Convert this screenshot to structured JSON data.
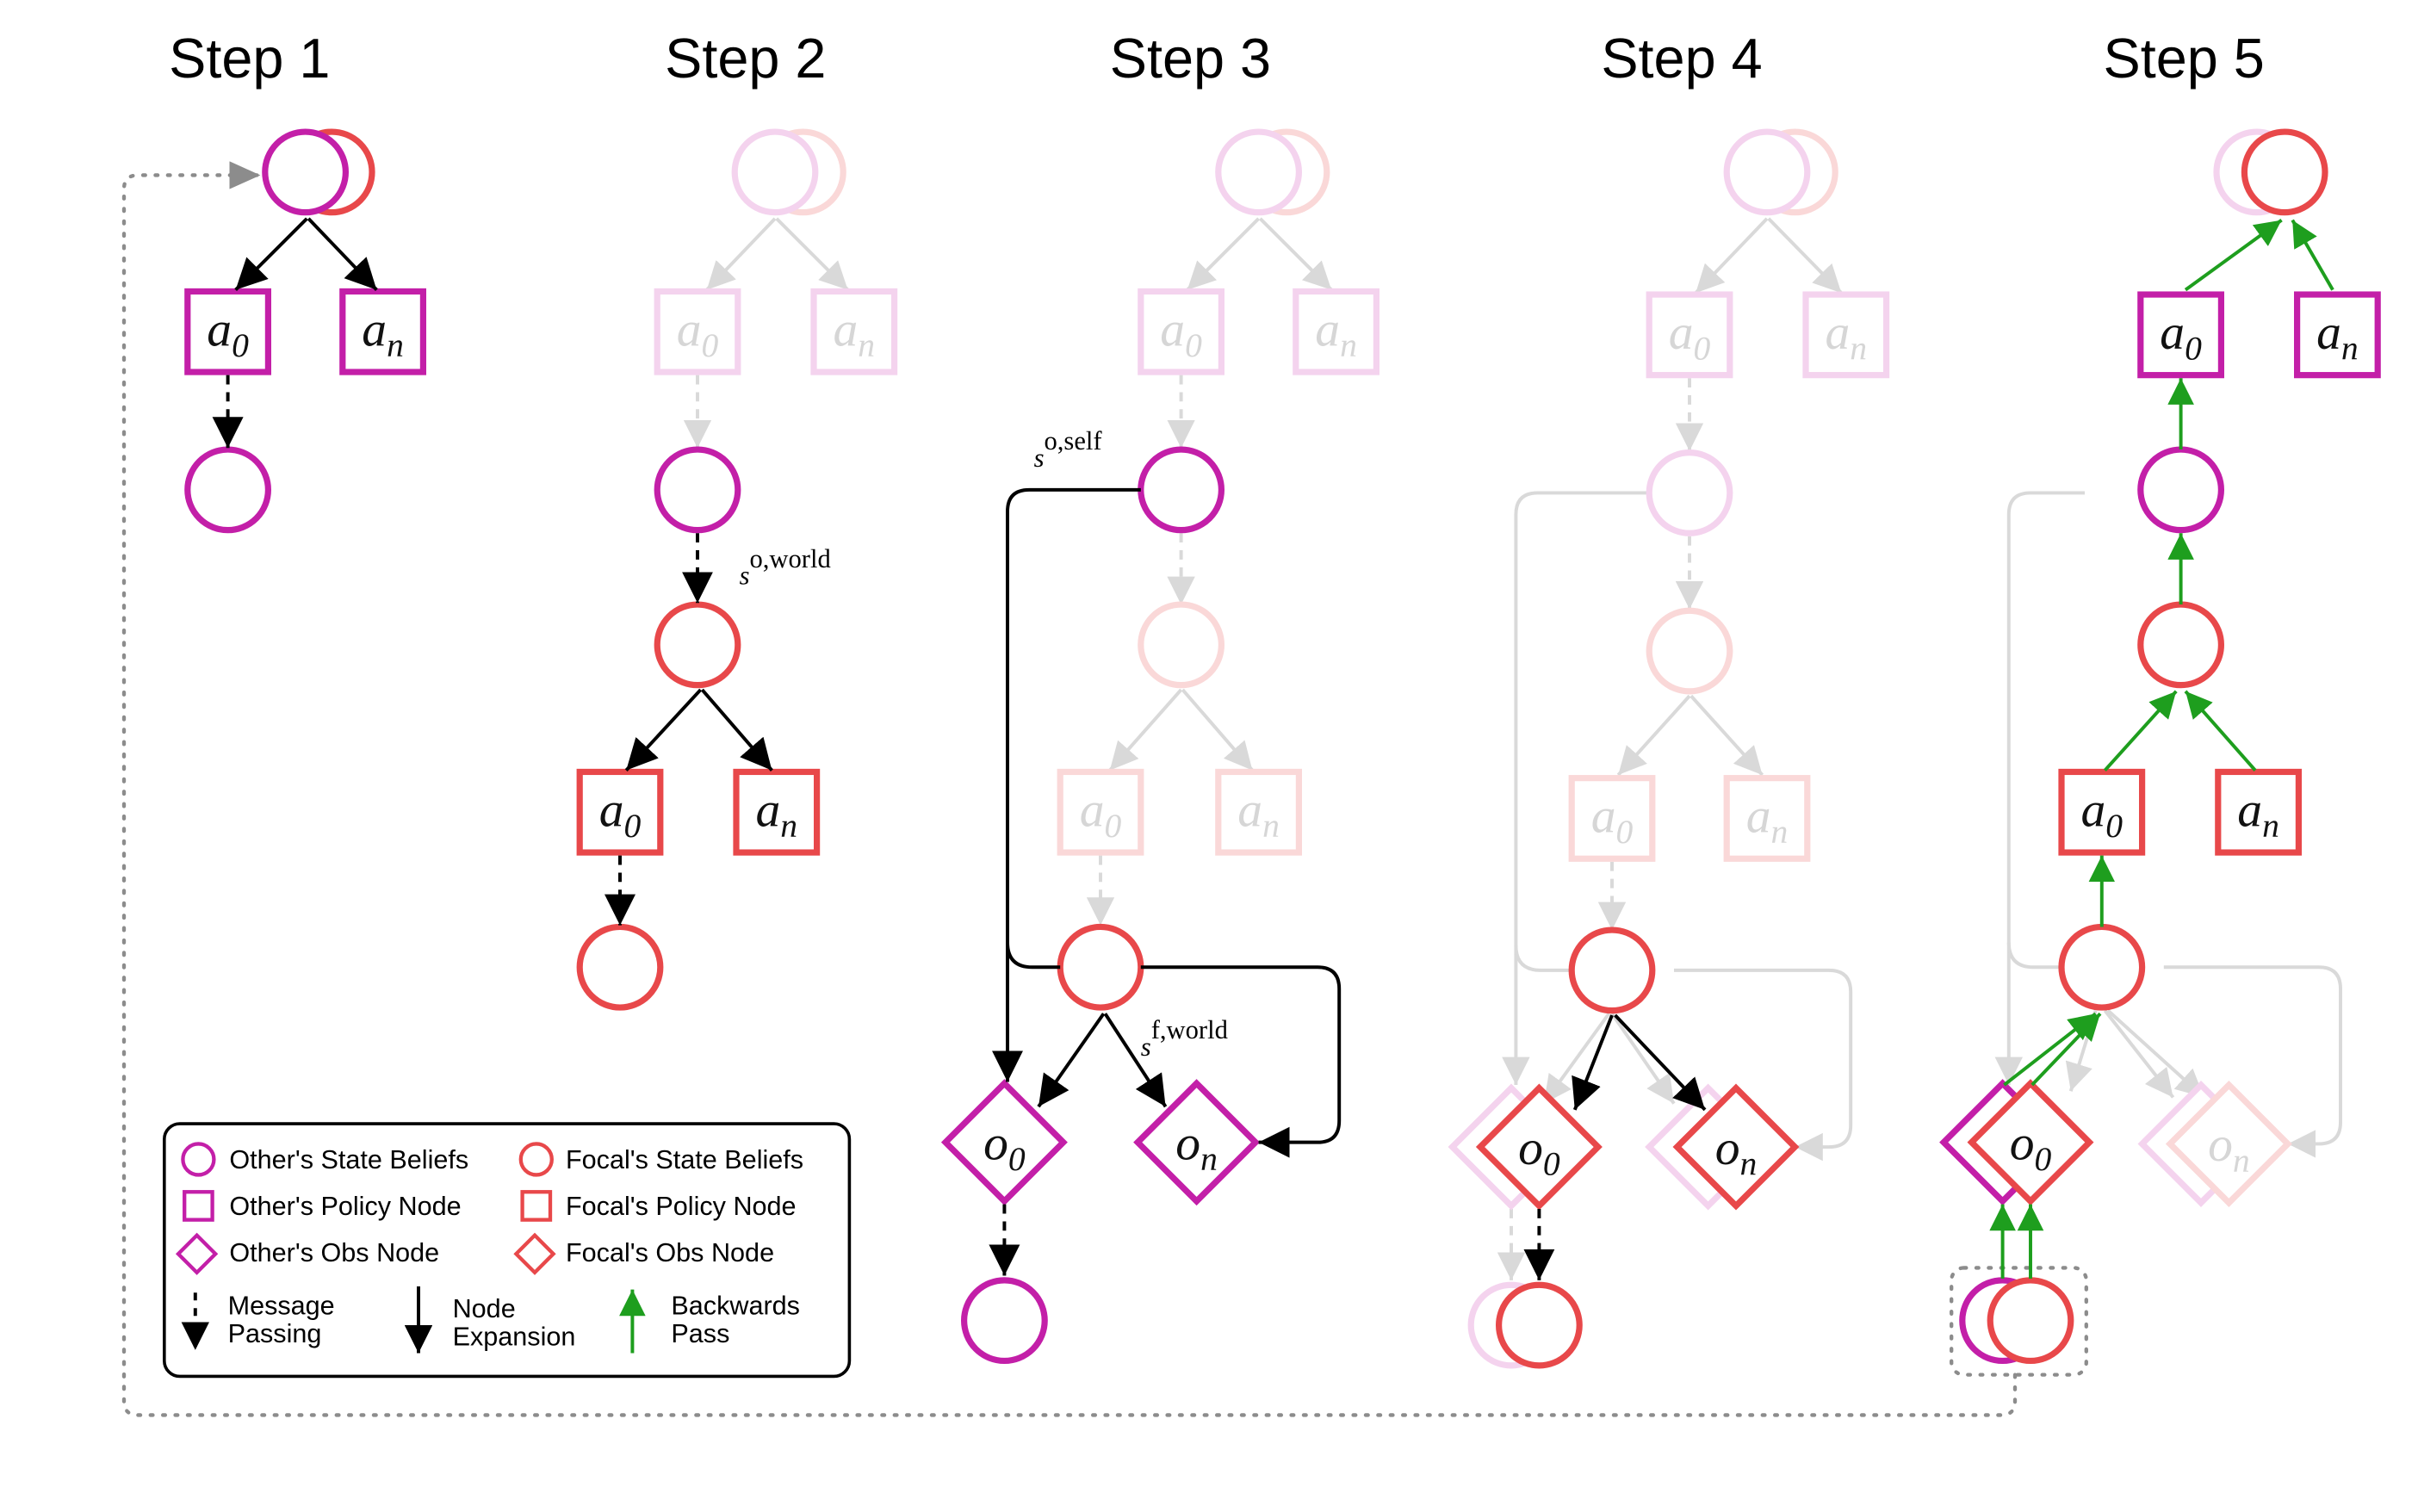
{
  "steps": [
    {
      "title": "Step 1"
    },
    {
      "title": "Step 2"
    },
    {
      "title": "Step 3"
    },
    {
      "title": "Step 4"
    },
    {
      "title": "Step 5"
    }
  ],
  "node_labels": {
    "a0": {
      "base": "a",
      "sub": "0"
    },
    "an": {
      "base": "a",
      "sub": "n"
    },
    "o0": {
      "base": "o",
      "sub": "0"
    },
    "on": {
      "base": "o",
      "sub": "n"
    }
  },
  "annotations": {
    "s_o_world": {
      "base": "s",
      "sup": "o,world"
    },
    "s_o_self": {
      "base": "s",
      "sup": "o,self"
    },
    "s_f_world": {
      "base": "s",
      "sup": "f,world"
    }
  },
  "legend": {
    "other_state": "Other's State Beliefs",
    "focal_state": "Focal's State Beliefs",
    "other_policy": "Other's Policy Node",
    "focal_policy": "Focal's Policy Node",
    "other_obs": "Other's Obs Node",
    "focal_obs": "Focal's Obs Node",
    "message_passing": {
      "line1": "Message",
      "line2": "Passing"
    },
    "node_expansion": {
      "line1": "Node",
      "line2": "Expansion"
    },
    "backwards_pass": {
      "line1": "Backwards",
      "line2": "Pass"
    }
  },
  "colors": {
    "other": "#c31fa8",
    "focal": "#e8484a",
    "other_faded": "#f4d3ee",
    "focal_faded": "#fad8d8",
    "expansion": "#000000",
    "backwards": "#1e9e1e",
    "faded_edge": "#d9d9d9",
    "faded_label": "#d6d6d6",
    "label": "#111111",
    "loop": "#8c8c8c"
  }
}
